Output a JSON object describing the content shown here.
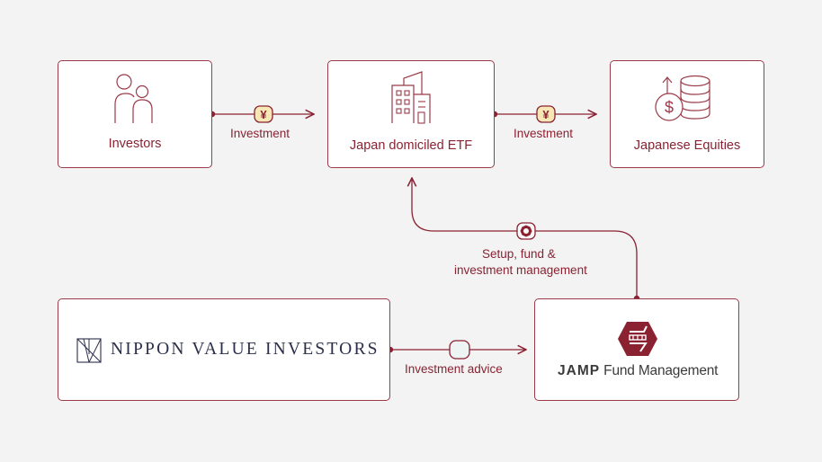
{
  "colors": {
    "accent": "#8a2232",
    "border": "#9b3a48",
    "badge_fill": "#f7e7b4",
    "background": "#f3f3f3",
    "nvi_navy": "#2b2f4a",
    "jamp_gray": "#3b3b3b",
    "jamp_red": "#8a2232"
  },
  "nodes": {
    "investors": {
      "label": "Investors",
      "icon": "people-icon"
    },
    "etf": {
      "label": "Japan domiciled ETF",
      "icon": "buildings-icon"
    },
    "equities": {
      "label": "Japanese Equities",
      "icon": "coins-stack-icon"
    },
    "nvi": {
      "label": "NIPPON VALUE INVESTORS",
      "icon": "nvi-logo-icon"
    },
    "jamp": {
      "label_bold": "JAMP",
      "label_rest": " Fund Management",
      "icon": "jamp-logo-icon"
    }
  },
  "flows": {
    "investors_to_etf": {
      "label": "Investment",
      "badge": "¥",
      "badge_icon": "yen-icon"
    },
    "etf_to_equities": {
      "label": "Investment",
      "badge": "¥",
      "badge_icon": "yen-icon"
    },
    "jamp_to_etf": {
      "label_line1": "Setup, fund &",
      "label_line2": "investment management",
      "badge_icon": "gear-icon"
    },
    "nvi_to_jamp": {
      "label": "Investment advice",
      "badge_icon": "blank-badge-icon"
    }
  }
}
